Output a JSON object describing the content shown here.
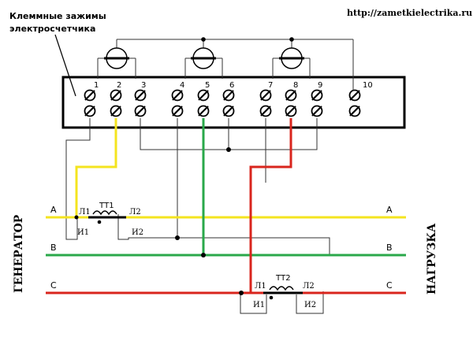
{
  "title_lines": [
    "Клеммные зажимы",
    "электросчетчика"
  ],
  "url": "http://zametkielectrika.ru",
  "side_left": "ГЕНЕРАТОР",
  "side_right": "НАГРУЗКА",
  "terminals": [
    "1",
    "2",
    "3",
    "4",
    "5",
    "6",
    "7",
    "8",
    "9",
    "10"
  ],
  "phases": {
    "left": [
      "A",
      "B",
      "C"
    ],
    "right": [
      "A",
      "B",
      "C"
    ]
  },
  "tt1": {
    "name": "ТТ1",
    "l1": "Л1",
    "l2": "Л2",
    "i1": "И1",
    "i2": "И2"
  },
  "tt2": {
    "name": "ТТ2",
    "l1": "Л1",
    "l2": "Л2",
    "i1": "И1",
    "i2": "И2"
  },
  "colors": {
    "phase_a": "#f4e41f",
    "phase_b": "#2aa84a",
    "phase_c": "#d9251d",
    "wire": "#333333"
  }
}
